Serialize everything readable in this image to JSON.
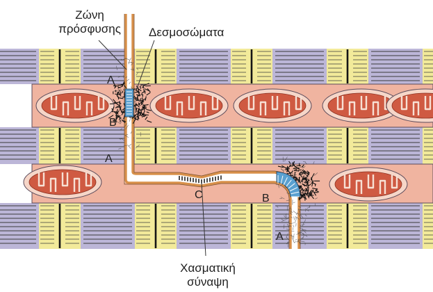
{
  "labels": {
    "fascia_adherens_line1": "Ζώνη",
    "fascia_adherens_line2": "πρόσφυσης",
    "desmosomes": "Δεσμοσώματα",
    "gap_junction_line1": "Χασματική",
    "gap_junction_line2": "σύναψη"
  },
  "markers": {
    "a": "A",
    "b": "B",
    "c": "C"
  },
  "colors": {
    "outline": "#5a4a5a",
    "cytoplasm": "#f0b4a0",
    "membrane": "#e8a058",
    "a_band": "#bcb6d8",
    "i_band": "#f2ea9a",
    "mitochondrion_outer": "#f6d6c8",
    "mitochondrion_inner": "#cf5a42",
    "desmosome": "#5aa0d0",
    "plaque": "#1a1a1a",
    "label_text": "#1e1e1e"
  }
}
